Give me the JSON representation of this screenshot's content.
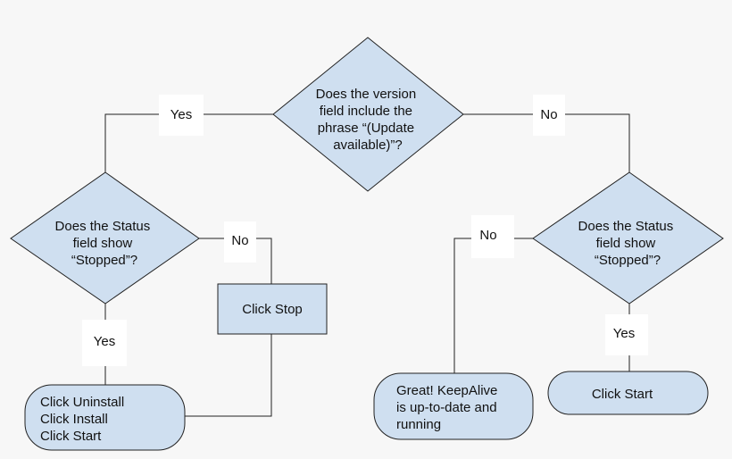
{
  "nodes": {
    "version_check": {
      "lines": [
        "Does the version",
        "field include the",
        "phrase “(Update",
        "available)”?"
      ]
    },
    "status_left": {
      "lines": [
        "Does the Status",
        "field show",
        "“Stopped”?"
      ]
    },
    "status_right": {
      "lines": [
        "Does the Status",
        "field show",
        "“Stopped”?"
      ]
    },
    "click_stop": {
      "lines": [
        "Click Stop"
      ]
    },
    "uninstall_install_start": {
      "lines": [
        "Click Uninstall",
        "Click Install",
        "Click Start"
      ]
    },
    "up_to_date": {
      "lines": [
        "Great! KeepAlive",
        "is up-to-date and",
        "running"
      ]
    },
    "click_start": {
      "lines": [
        "Click Start"
      ]
    }
  },
  "edge_labels": {
    "version_yes": "Yes",
    "version_no": "No",
    "left_no": "No",
    "left_yes": "Yes",
    "right_no": "No",
    "right_yes": "Yes"
  }
}
